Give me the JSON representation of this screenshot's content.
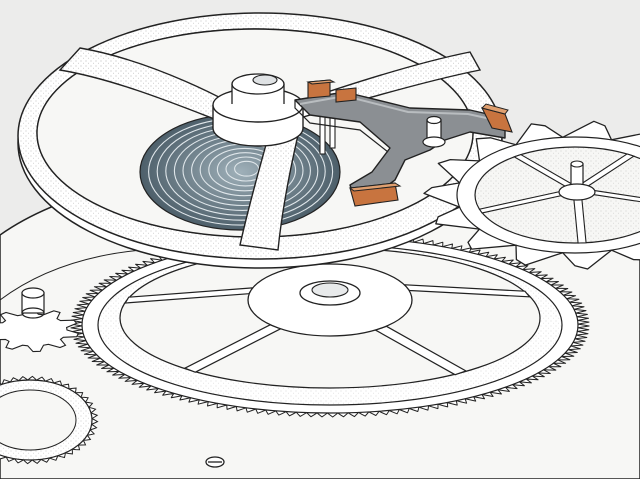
{
  "illustration": {
    "subject": "watch-escapement-mechanism",
    "components": [
      "balance-wheel",
      "hairspring",
      "balance-staff",
      "pallet-fork",
      "pallet-jewels",
      "escape-wheel",
      "center-wheel",
      "pinion",
      "fourth-wheel",
      "mainplate"
    ]
  },
  "colors": {
    "background": "#ececeb",
    "plate": "#f7f7f5",
    "line": "#222222",
    "metal": "#ffffff",
    "metal_shade": "#cfd3d6",
    "hairspring": "#5d6f7a",
    "hairspring_light": "#a9b6bd",
    "fork": "#8b8f93",
    "fork_light": "#b9bdc0",
    "jewel": "#c8743f",
    "jewel_light": "#e0a070",
    "stipple": "#4a4a4a"
  }
}
